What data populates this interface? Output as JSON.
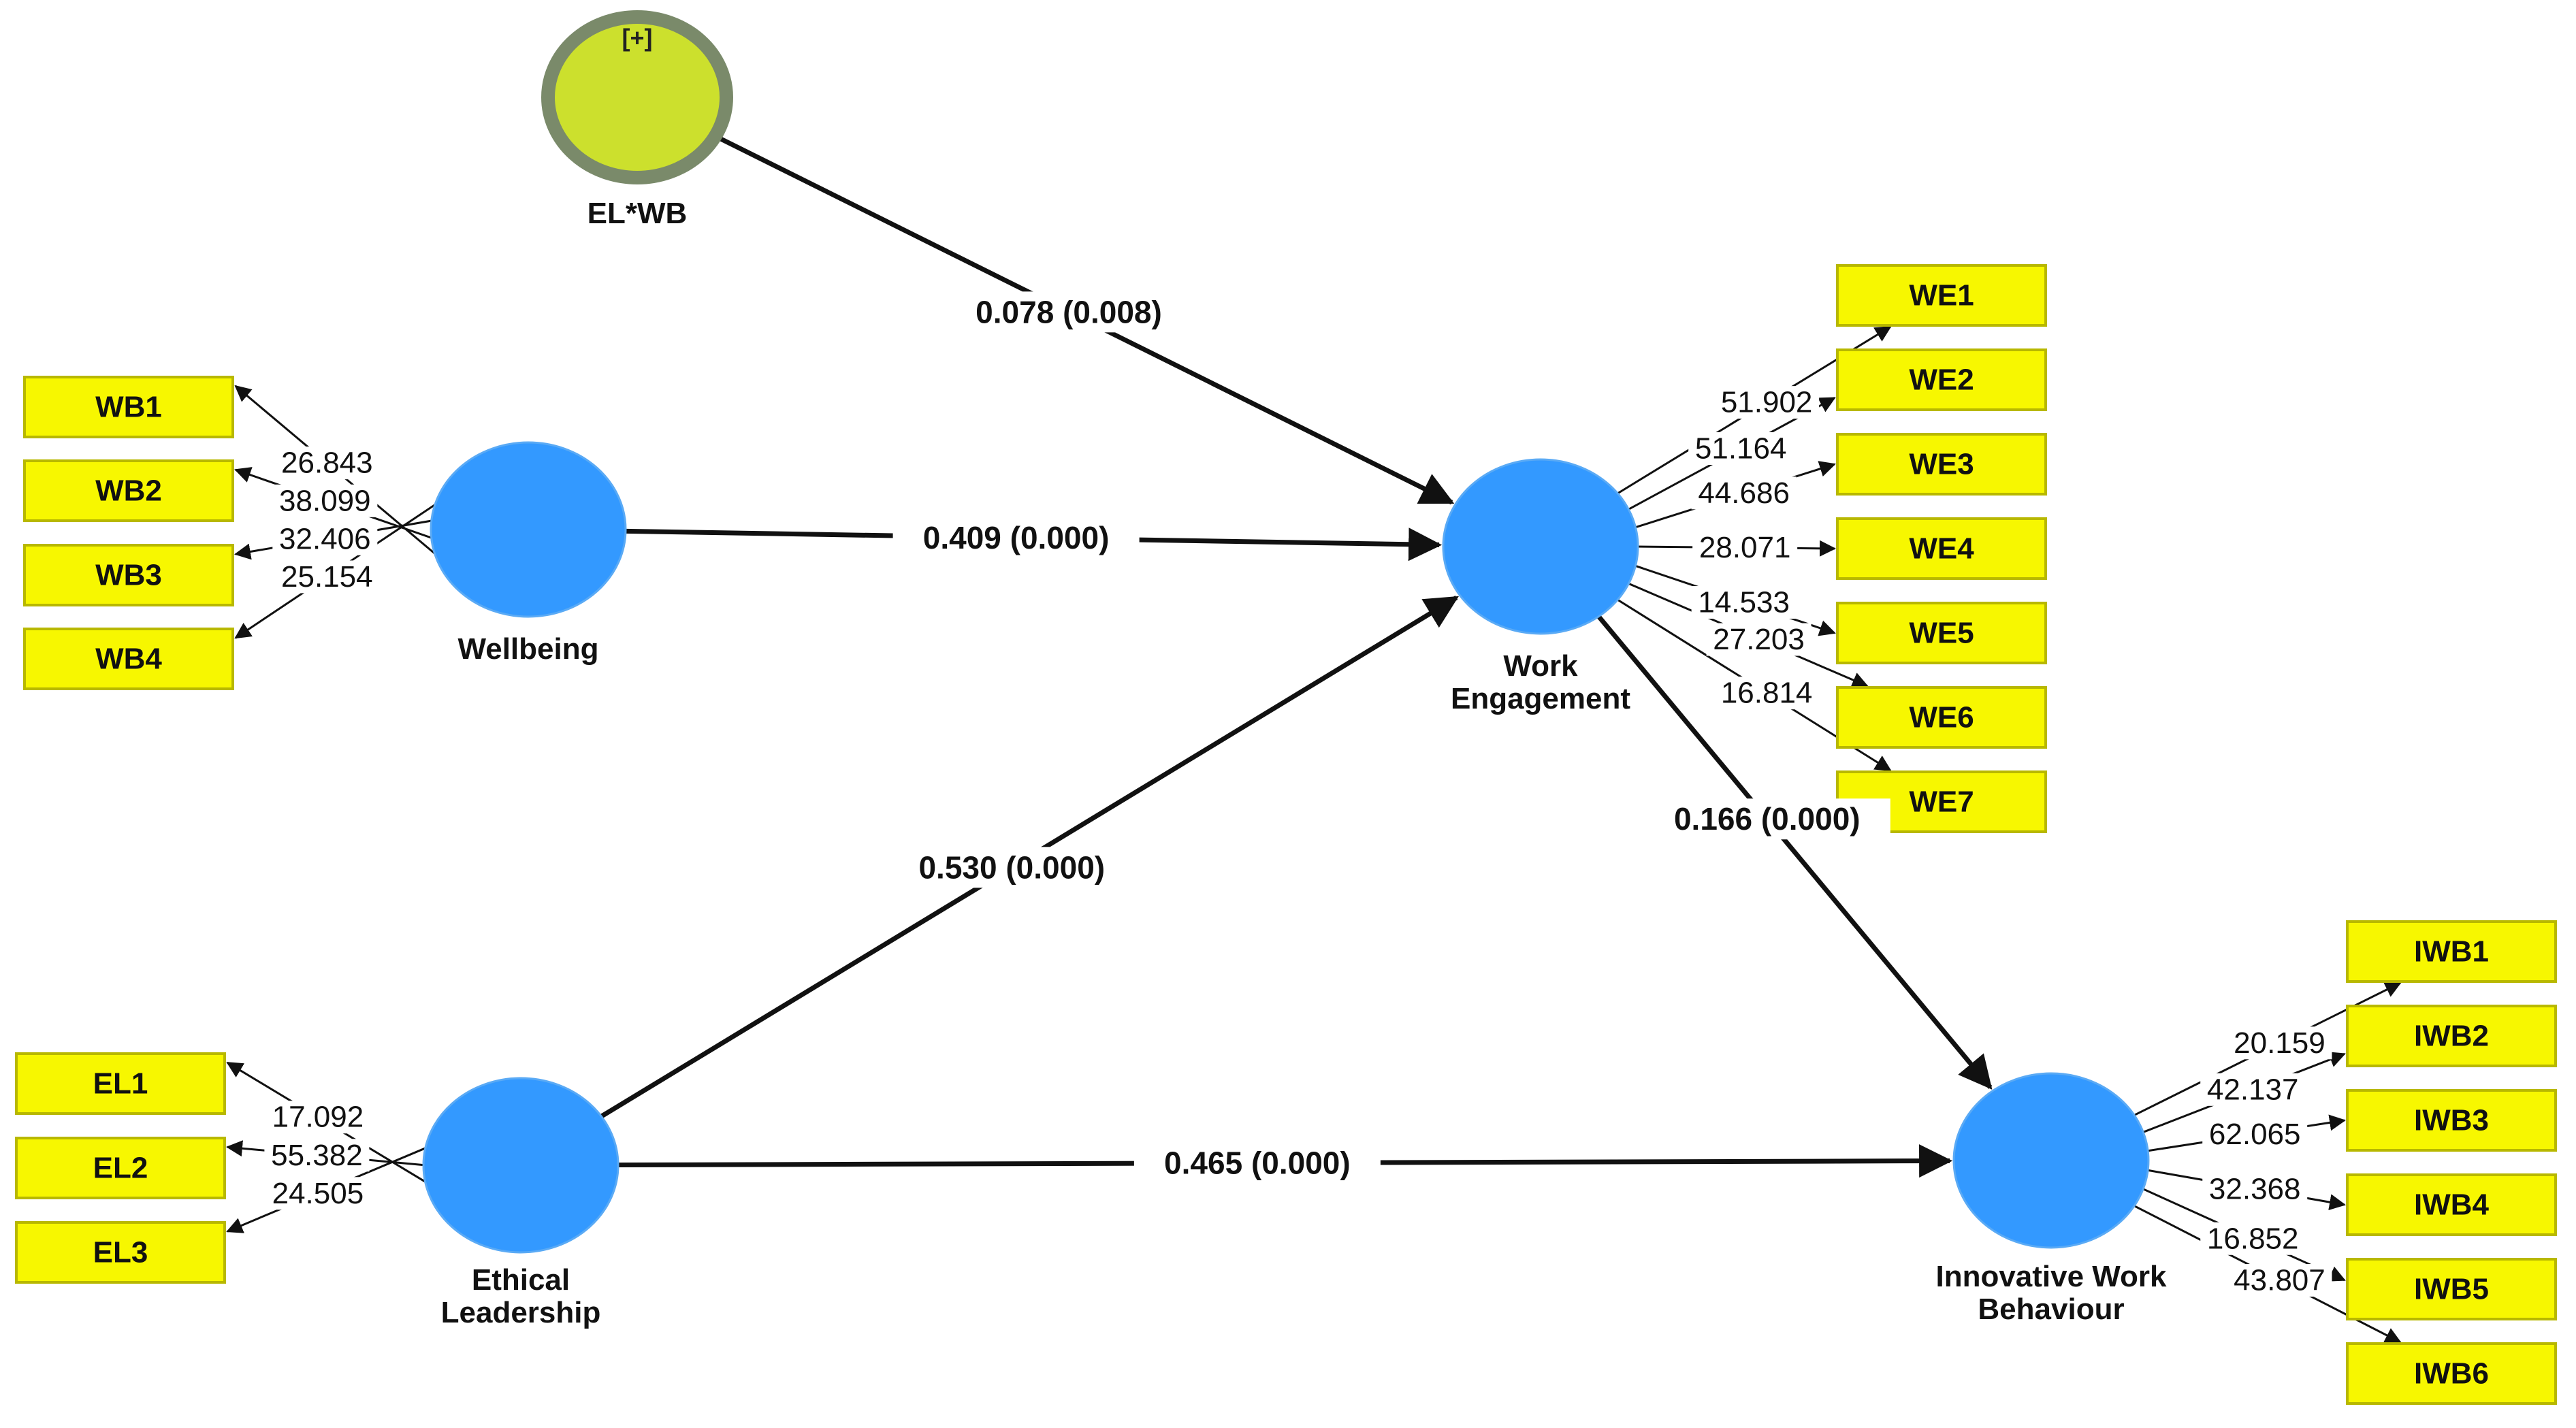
{
  "colors": {
    "latent_fill": "#3399ff",
    "moderator_fill": "#cce02d",
    "moderator_ring": "#7a8a6a",
    "indicator_fill": "#f7f700",
    "edge": "#111111"
  },
  "icons": {
    "moderator_expand": "[+]"
  },
  "latent": {
    "elwb": {
      "label": [
        "EL*WB"
      ]
    },
    "wb": {
      "label": [
        "Wellbeing"
      ]
    },
    "el": {
      "label": [
        "Ethical",
        "Leadership"
      ]
    },
    "we": {
      "label": [
        "Work",
        "Engagement"
      ]
    },
    "iwb": {
      "label": [
        "Innovative Work",
        "Behaviour"
      ]
    }
  },
  "paths": {
    "elwb_we": "0.078 (0.008)",
    "wb_we": "0.409 (0.000)",
    "el_we": "0.530 (0.000)",
    "we_iwb": "0.166 (0.000)",
    "el_iwb": "0.465 (0.000)"
  },
  "indicators": {
    "wb": [
      {
        "name": "WB1",
        "loading": "26.843"
      },
      {
        "name": "WB2",
        "loading": "38.099"
      },
      {
        "name": "WB3",
        "loading": "32.406"
      },
      {
        "name": "WB4",
        "loading": "25.154"
      }
    ],
    "el": [
      {
        "name": "EL1",
        "loading": "17.092"
      },
      {
        "name": "EL2",
        "loading": "55.382"
      },
      {
        "name": "EL3",
        "loading": "24.505"
      }
    ],
    "we": [
      {
        "name": "WE1",
        "loading": "51.902"
      },
      {
        "name": "WE2",
        "loading": "51.164"
      },
      {
        "name": "WE3",
        "loading": "44.686"
      },
      {
        "name": "WE4",
        "loading": "28.071"
      },
      {
        "name": "WE5",
        "loading": "14.533"
      },
      {
        "name": "WE6",
        "loading": "27.203"
      },
      {
        "name": "WE7",
        "loading": "16.814"
      }
    ],
    "iwb": [
      {
        "name": "IWB1",
        "loading": "20.159"
      },
      {
        "name": "IWB2",
        "loading": "42.137"
      },
      {
        "name": "IWB3",
        "loading": "62.065"
      },
      {
        "name": "IWB4",
        "loading": "32.368"
      },
      {
        "name": "IWB5",
        "loading": "16.852"
      },
      {
        "name": "IWB6",
        "loading": "43.807"
      }
    ]
  }
}
